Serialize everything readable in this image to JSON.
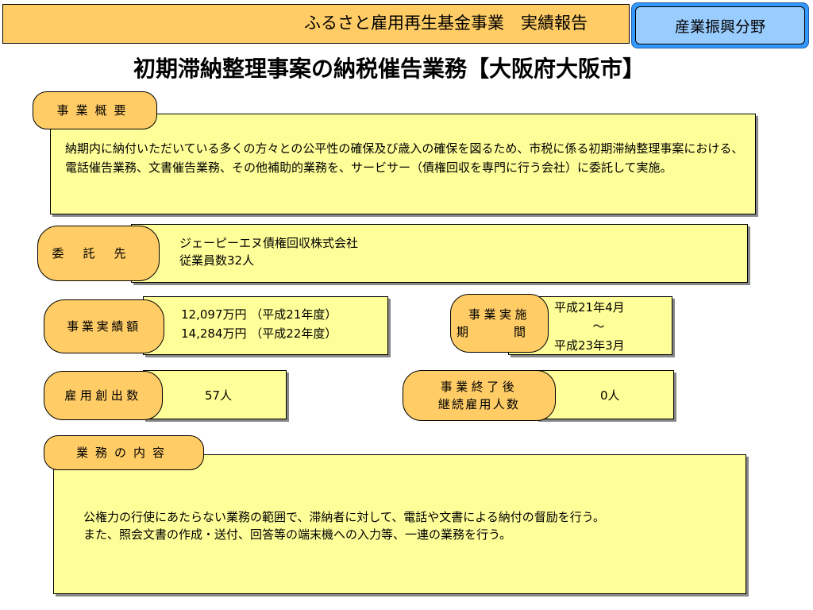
{
  "header": {
    "banner_title": "ふるさと雇用再生基金事業　実績報告",
    "field_label": "産業振興分野"
  },
  "page_title": "初期滞納整理事案の納税催告業務【大阪府大阪市】",
  "overview": {
    "label": "事業概要",
    "text": "納期内に納付いただいている多くの方々との公平性の確保及び歳入の確保を図るため、市税に係る初期滞納整理事案における、電話催告業務、文書催告業務、その他補助的業務を、サービサー（債権回収を専門に行う会社）に委託して実施。"
  },
  "contractor": {
    "label": "委託先",
    "name": "ジェーピーエヌ債権回収株式会社",
    "employees": "従業員数32人"
  },
  "results": {
    "label": "事業実績額",
    "line1": "12,097万円 （平成21年度）",
    "line2": "14,284万円 （平成22年度）"
  },
  "period": {
    "label_line1": "事業実施",
    "label_line2": "期　間",
    "start": "平成21年4月",
    "tilde": "～",
    "end": "平成23年3月"
  },
  "jobs": {
    "label": "雇用創出数",
    "value": "57人"
  },
  "continued": {
    "label_line1": "事業終了後",
    "label_line2": "継続雇用人数",
    "value": "0人"
  },
  "content": {
    "label": "業務の内容",
    "line1": "公権力の行使にあたらない業務の範囲で、滞納者に対して、電話や文書による納付の督励を行う。",
    "line2": "また、照会文書の作成・送付、回答等の端末機への入力等、一連の業務を行う。"
  }
}
